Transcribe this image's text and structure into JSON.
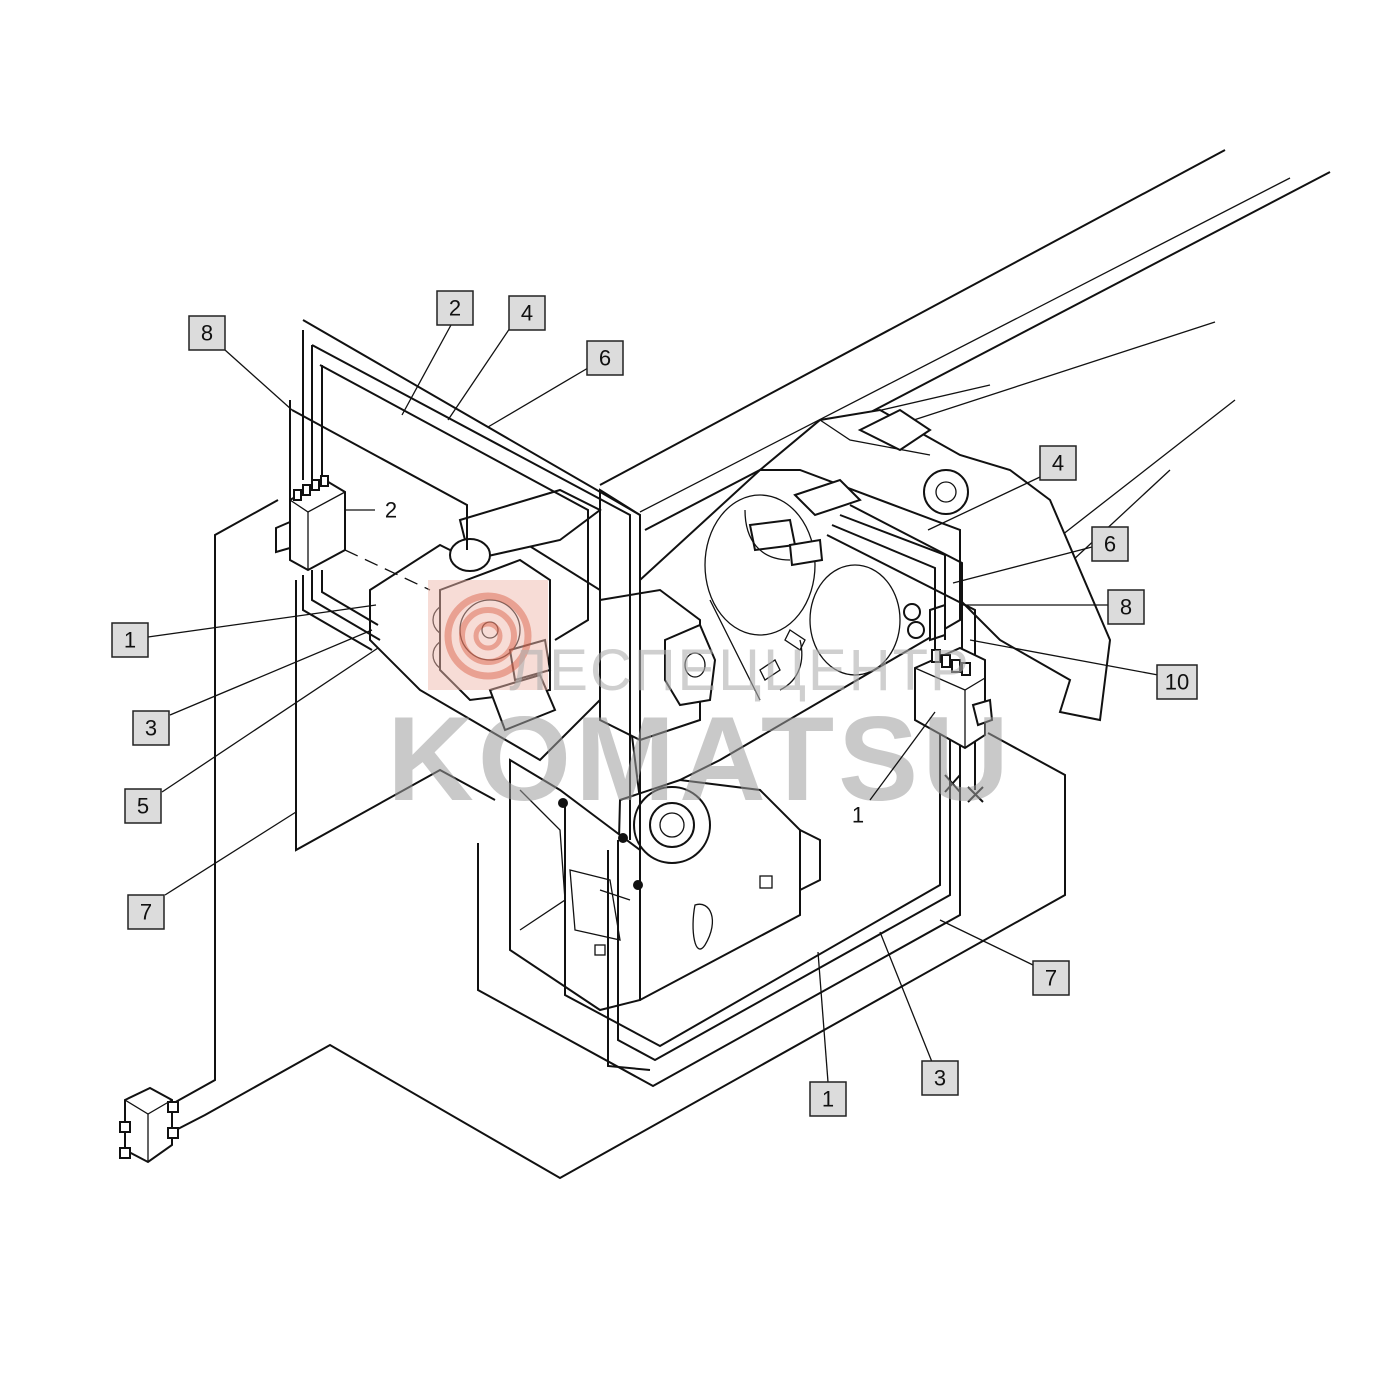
{
  "diagram": {
    "callouts": [
      {
        "id": "c8-left",
        "label": "8"
      },
      {
        "id": "c2-top",
        "label": "2"
      },
      {
        "id": "c4-top",
        "label": "4"
      },
      {
        "id": "c6-top",
        "label": "6"
      },
      {
        "id": "c1-left",
        "label": "1"
      },
      {
        "id": "c3-left",
        "label": "3"
      },
      {
        "id": "c5-left",
        "label": "5"
      },
      {
        "id": "c7-left",
        "label": "7"
      },
      {
        "id": "c4-right",
        "label": "4"
      },
      {
        "id": "c6-right",
        "label": "6"
      },
      {
        "id": "c8-right",
        "label": "8"
      },
      {
        "id": "c10-right",
        "label": "10"
      },
      {
        "id": "c7-bottom",
        "label": "7"
      },
      {
        "id": "c3-bottom",
        "label": "3"
      },
      {
        "id": "c1-bottom",
        "label": "1"
      }
    ],
    "plain_labels": [
      {
        "id": "valve-left-label",
        "label": "2"
      },
      {
        "id": "valve-right-label",
        "label": "1"
      }
    ]
  },
  "watermark": {
    "brand": "KOMATSU",
    "subtitle": "ЛЕСПЕЦЦЕНТР",
    "logo_color": "#e8a090"
  }
}
